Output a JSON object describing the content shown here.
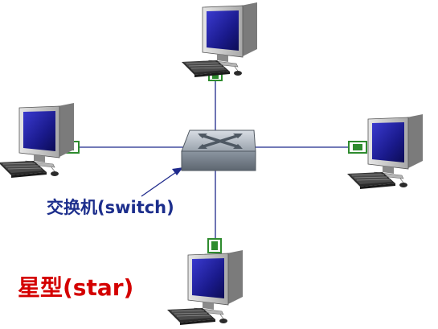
{
  "labels": {
    "switch": "交换机(switch)",
    "topology": "星型(star)"
  },
  "colors": {
    "link_line": "#1f2a8c",
    "switch_label": "#1c2e8c",
    "topology_label": "#d40000",
    "port_green": "#2e8b2e",
    "screen_blue": "#1a1a8c"
  },
  "nodes": [
    {
      "id": "computer-top",
      "icon": "desktop-computer-icon"
    },
    {
      "id": "computer-left",
      "icon": "desktop-computer-icon"
    },
    {
      "id": "computer-right",
      "icon": "desktop-computer-icon"
    },
    {
      "id": "computer-bottom",
      "icon": "desktop-computer-icon"
    }
  ],
  "hub": {
    "id": "switch",
    "icon": "network-switch-icon"
  }
}
